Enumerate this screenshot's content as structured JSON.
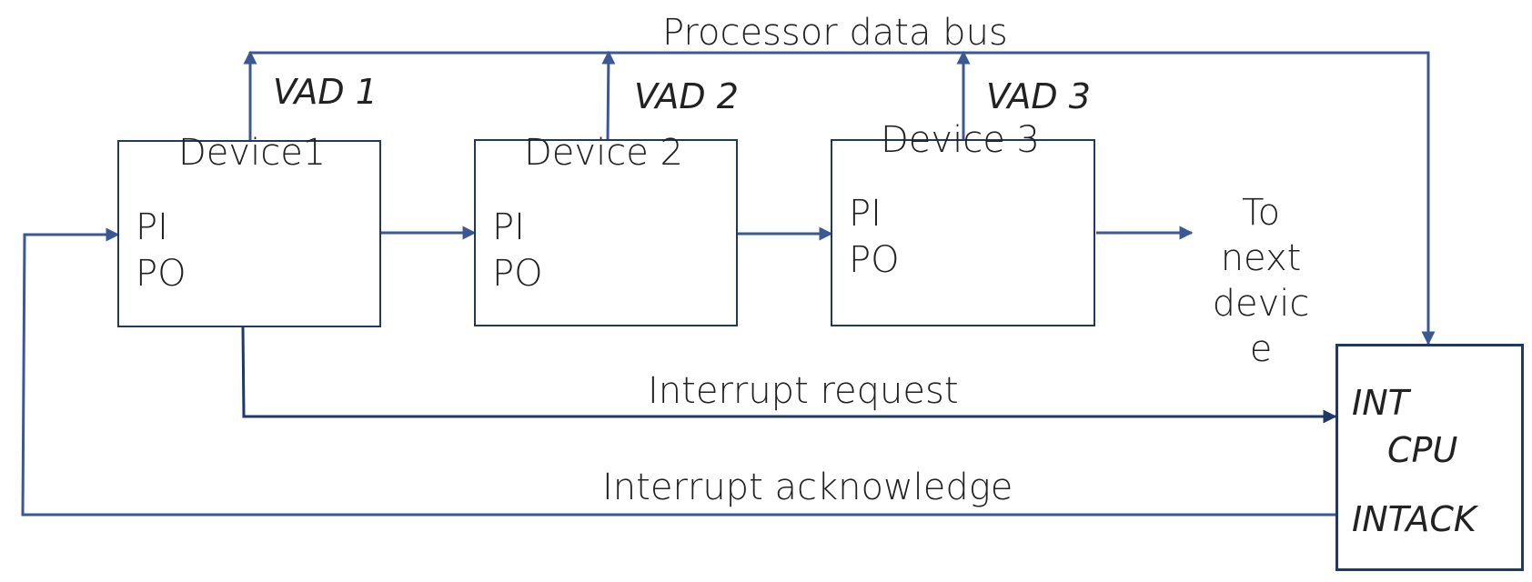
{
  "bus_label": "Processor data bus",
  "vad_labels": [
    "VAD 1",
    "VAD 2",
    "VAD 3"
  ],
  "devices": [
    {
      "title": "Device1",
      "pi": "PI",
      "po": "PO"
    },
    {
      "title": "Device 2",
      "pi": "PI",
      "po": "PO"
    },
    {
      "title": "Device 3",
      "pi": "PI",
      "po": "PO"
    }
  ],
  "next_device_lines": [
    "To",
    "next",
    "devic",
    "e"
  ],
  "interrupt_request_label": "Interrupt request",
  "interrupt_ack_label": "Interrupt acknowledge",
  "cpu": {
    "int": "INT",
    "name": "CPU",
    "intack": "INTACK"
  },
  "colors": {
    "wire": "#3a5894",
    "wire_dark": "#1f3864",
    "box_border": "#1f3864"
  }
}
